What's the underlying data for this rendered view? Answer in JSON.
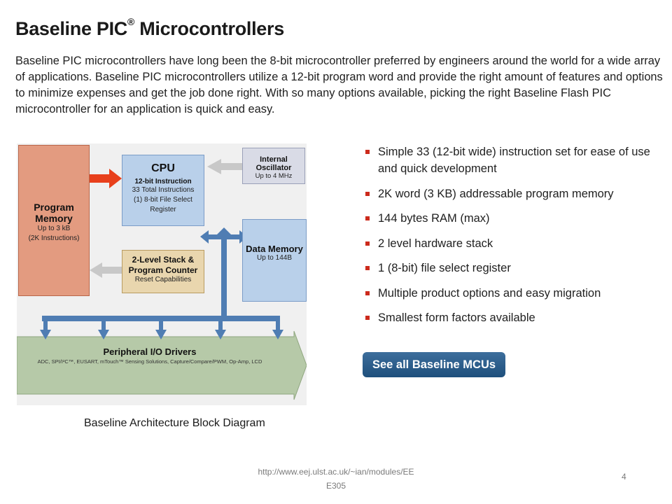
{
  "slide": {
    "title": "Baseline PIC",
    "title_sup": "®",
    "title_rest": " Microcontrollers",
    "intro": "Baseline PIC microcontrollers have long been the 8-bit microcontroller preferred by engineers around the world for a wide array of applications. Baseline PIC microcontrollers utilize a 12-bit program word and provide the right amount of features and options to minimize expenses and get the job done right. With so many options available, picking the right Baseline Flash PIC microcontroller for an application is quick and easy.",
    "footer_url_line1": "http://www.eej.ulst.ac.uk/~ian/modules/EE",
    "footer_url_line2": "E305",
    "page_number": "4"
  },
  "diagram": {
    "program_memory": {
      "title": "Program Memory",
      "line1": "Up to 3 kB",
      "line2": "(2K Instructions)"
    },
    "cpu": {
      "title": "CPU",
      "subtitle": "12-bit Instruction",
      "line1": "33 Total Instructions",
      "line2": "(1) 8-bit File Select Register"
    },
    "oscillator": {
      "title": "Internal Oscillator",
      "line1": "Up to 4 MHz"
    },
    "stack": {
      "title_line1": "2-Level Stack &",
      "title_line2": "Program Counter",
      "line1": "Reset Capabilities"
    },
    "data_memory": {
      "title": "Data Memory",
      "line1": "Up to 144B"
    },
    "peripheral": {
      "title": "Peripheral I/O Drivers",
      "line1": "ADC, SPI/I²C™, EUSART, mTouch™ Sensing Solutions, Capture/Compare/PWM, Op-Amp, LCD"
    },
    "caption": "Baseline Architecture Block Diagram",
    "colors": {
      "red_arrow": "#e8401c",
      "blue_bus": "#4f7db3",
      "grey_arrow": "#c8c8c8",
      "green_bar": "#b6c9a8"
    }
  },
  "features": [
    "Simple 33 (12-bit wide) instruction set for ease of use and quick development",
    "2K word (3 KB) addressable program memory",
    "144 bytes RAM (max)",
    "2 level hardware stack",
    "1 (8-bit) file select register",
    "Multiple product options and easy migration",
    "Smallest form factors available"
  ],
  "cta_label": "See all Baseline MCUs"
}
